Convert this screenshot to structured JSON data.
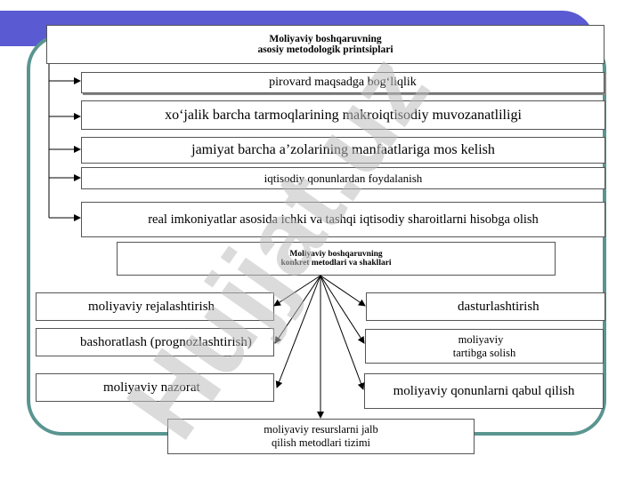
{
  "diagram": {
    "top_title": {
      "line1": "Moliyaviy boshqaruvning",
      "line2": "asosiy metodologik printsiplari"
    },
    "principles": [
      "pirovard maqsadga bog‘liqlik",
      "xo‘jalik barcha tarmoqlarining makroiqtisodiy muvozanatliligi",
      "jamiyat barcha a’zolarining manfaatlariga mos kelish",
      "iqtisodiy qonunlardan foydalanish",
      "real imkoniyatlar asosida ichki va tashqi iqtisodiy sharoitlarni hisobga olish"
    ],
    "middle_title": {
      "line1": "Moliyaviy boshqaruvning",
      "line2": "konkret metodlari va shakllari"
    },
    "methods_left": [
      "moliyaviy rejalashtirish",
      "bashoratlash (prognozlashtirish)",
      "moliyaviy nazorat"
    ],
    "methods_right": [
      "dasturlashtirish",
      {
        "line1": "moliyaviy",
        "line2": "tartibga solish"
      },
      "moliyaviy qonunlarni  qabul qilish"
    ],
    "bottom": {
      "line1": "moliyaviy resurslarni jalb",
      "line2": "qilish metodlari tizimi"
    },
    "watermark_text": "Hujjat.uz"
  },
  "colors": {
    "band": "#5a5ad2",
    "frame": "#5a9590",
    "watermark": "#bdbdbd",
    "watermark_accent": "#c9b6f2"
  }
}
